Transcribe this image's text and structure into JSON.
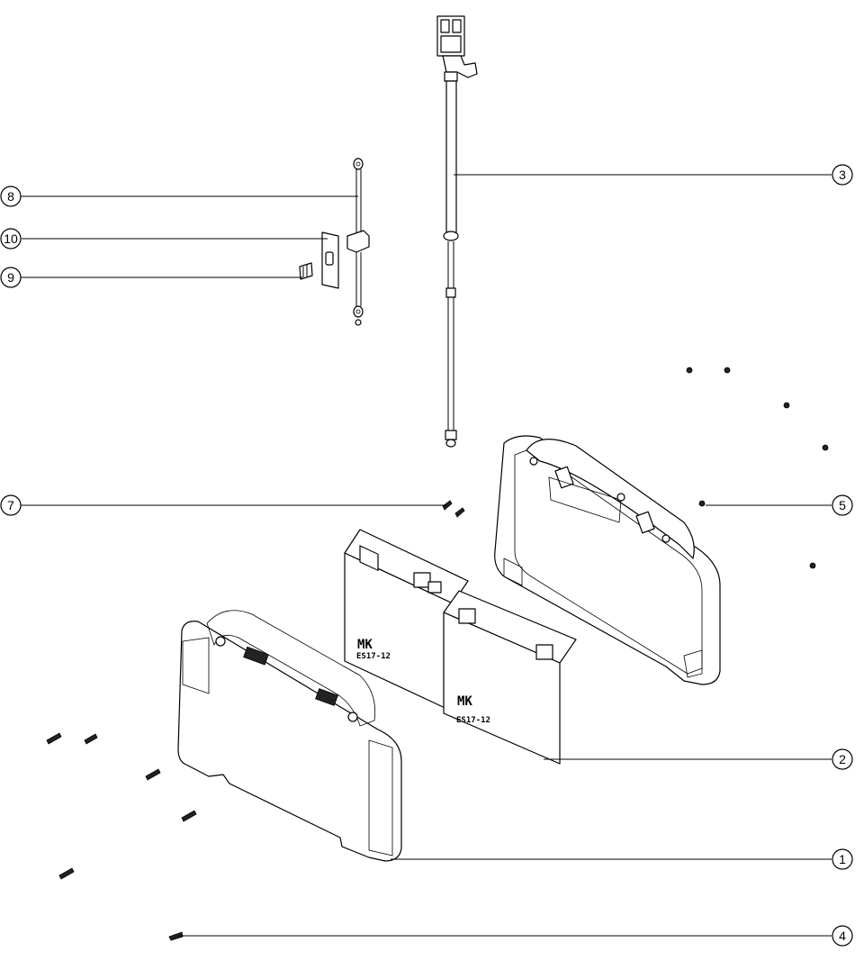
{
  "callouts": [
    {
      "id": "1",
      "label": "1"
    },
    {
      "id": "2",
      "label": "2"
    },
    {
      "id": "3",
      "label": "3"
    },
    {
      "id": "4",
      "label": "4"
    },
    {
      "id": "5",
      "label": "5"
    },
    {
      "id": "7",
      "label": "7"
    },
    {
      "id": "8",
      "label": "8"
    },
    {
      "id": "9",
      "label": "9"
    },
    {
      "id": "10",
      "label": "10"
    }
  ],
  "batteries": [
    {
      "brand": "MK",
      "model": "ES17-12"
    },
    {
      "brand": "MK",
      "model": "ES17-12"
    }
  ]
}
